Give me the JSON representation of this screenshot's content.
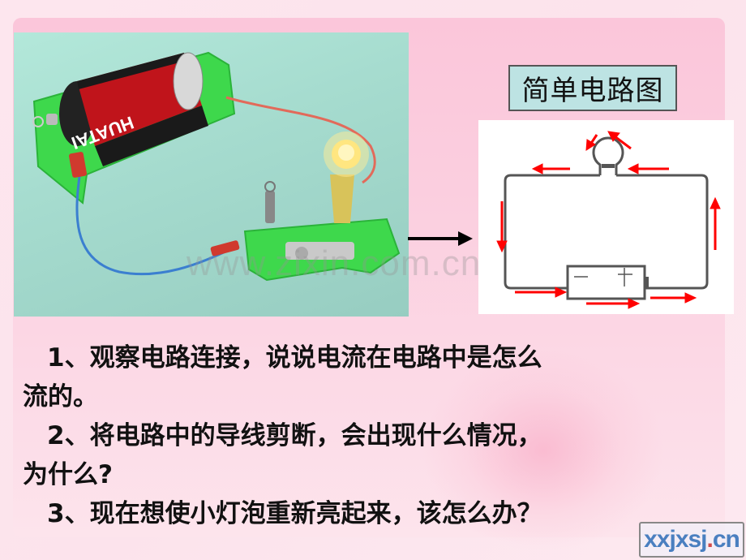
{
  "slide": {
    "diagram_title": "简单电路图",
    "photo": {
      "description": "battery-bulb-circuit-photo",
      "battery_brand": "HUATAI"
    },
    "diagram": {
      "battery_minus": "—",
      "battery_plus": "+"
    },
    "watermark": "www.zixin.com.cn",
    "questions": [
      {
        "line1": "1、观察电路连接，说说电流在电路中是怎么",
        "line2": "流的。"
      },
      {
        "line1": "2、将电路中的导线剪断，会出现什么情况，",
        "line2": "为什么?"
      },
      {
        "line1": "3、现在想使小灯泡重新亮起来，该怎么办？"
      }
    ],
    "logo": {
      "main": "xxjxsj",
      "dot": ".",
      "tld": "cn"
    }
  },
  "colors": {
    "background": "#fde6ee",
    "panel": "#fbc6da",
    "label_bg": "#bde3e3",
    "arrow_red": "#ff0000",
    "wire": "#555555",
    "text": "#111111"
  }
}
